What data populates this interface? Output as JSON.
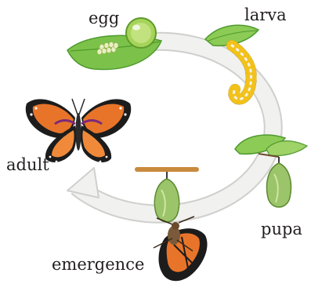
{
  "diagram": {
    "stages": {
      "egg": "egg",
      "larva": "larva",
      "pupa": "pupa",
      "emergence": "emergence",
      "adult": "adult"
    },
    "colors": {
      "cycle_ring": "#efefed",
      "ring_edge": "#cfcfcc",
      "leaf": "#7cc24a",
      "leaf_dark": "#4f9a2e",
      "egg_green": "#a6d35a",
      "caterpillar_yellow": "#f2c21b",
      "chrysalis_green": "#9cc46a",
      "wing_orange": "#e8742a",
      "wing_black": "#1c1c1c",
      "twig_brown": "#c98a3d"
    }
  }
}
